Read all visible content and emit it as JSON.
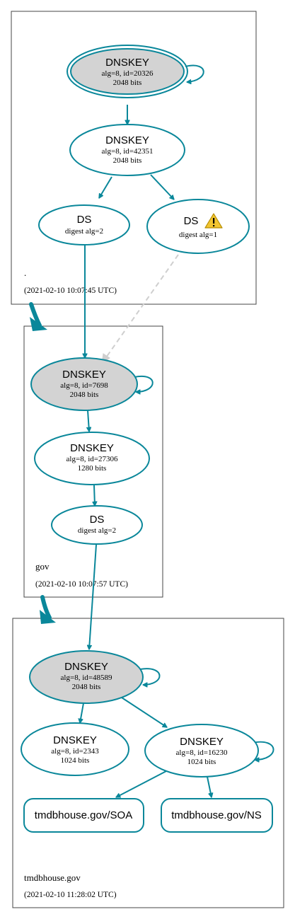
{
  "zones": [
    {
      "name": ".",
      "timestamp": "(2021-02-10 10:07:45 UTC)"
    },
    {
      "name": "gov",
      "timestamp": "(2021-02-10 10:07:57 UTC)"
    },
    {
      "name": "tmdbhouse.gov",
      "timestamp": "(2021-02-10 11:28:02 UTC)"
    }
  ],
  "nodes": {
    "root_ksk": {
      "title": "DNSKEY",
      "line1": "alg=8, id=20326",
      "line2": "2048 bits"
    },
    "root_zsk": {
      "title": "DNSKEY",
      "line1": "alg=8, id=42351",
      "line2": "2048 bits"
    },
    "root_ds2": {
      "title": "DS",
      "line1": "digest alg=2"
    },
    "root_ds1": {
      "title": "DS",
      "line1": "digest alg=1",
      "warning_icon": "warning-triangle"
    },
    "gov_ksk": {
      "title": "DNSKEY",
      "line1": "alg=8, id=7698",
      "line2": "2048 bits"
    },
    "gov_zsk": {
      "title": "DNSKEY",
      "line1": "alg=8, id=27306",
      "line2": "1280 bits"
    },
    "gov_ds": {
      "title": "DS",
      "line1": "digest alg=2"
    },
    "tmdb_ksk": {
      "title": "DNSKEY",
      "line1": "alg=8, id=48589",
      "line2": "2048 bits"
    },
    "tmdb_zsk1": {
      "title": "DNSKEY",
      "line1": "alg=8, id=2343",
      "line2": "1024 bits"
    },
    "tmdb_zsk2": {
      "title": "DNSKEY",
      "line1": "alg=8, id=16230",
      "line2": "1024 bits"
    },
    "tmdb_soa": {
      "label": "tmdbhouse.gov/SOA"
    },
    "tmdb_ns": {
      "label": "tmdbhouse.gov/NS"
    }
  },
  "colors": {
    "secure": "#0a879a",
    "insecure_dashed": "#cfcfcf",
    "sep_fill": "#d3d3d3",
    "warning": "#f2c531"
  }
}
